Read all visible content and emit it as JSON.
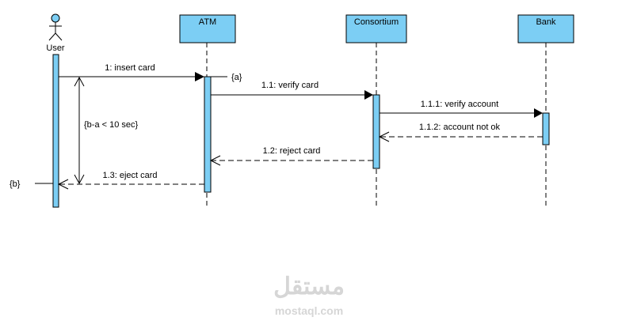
{
  "diagram": {
    "type": "sequence",
    "fill_color": "#7ccef4",
    "line_color": "#000000",
    "actor": {
      "name": "User"
    },
    "lifelines": [
      {
        "id": "atm",
        "name": "ATM"
      },
      {
        "id": "consortium",
        "name": "Consortium"
      },
      {
        "id": "bank",
        "name": "Bank"
      }
    ],
    "messages": [
      {
        "id": "m1",
        "label": "1: insert card",
        "from": "User",
        "to": "ATM",
        "kind": "sync"
      },
      {
        "id": "m2",
        "label": "1.1: verify card",
        "from": "ATM",
        "to": "Consortium",
        "kind": "sync"
      },
      {
        "id": "m3",
        "label": "1.1.1: verify account",
        "from": "Consortium",
        "to": "Bank",
        "kind": "sync"
      },
      {
        "id": "m4",
        "label": "1.1.2: account not ok",
        "from": "Bank",
        "to": "Consortium",
        "kind": "return"
      },
      {
        "id": "m5",
        "label": "1.2: reject card",
        "from": "Consortium",
        "to": "ATM",
        "kind": "return"
      },
      {
        "id": "m6",
        "label": "1.3: eject card",
        "from": "ATM",
        "to": "User",
        "kind": "return"
      }
    ],
    "time_marks": {
      "a": "{a}",
      "b": "{b}"
    },
    "duration_constraint": "{b-a < 10 sec}"
  },
  "watermark": {
    "arabic": "مستقل",
    "latin": "mostaql.com"
  }
}
